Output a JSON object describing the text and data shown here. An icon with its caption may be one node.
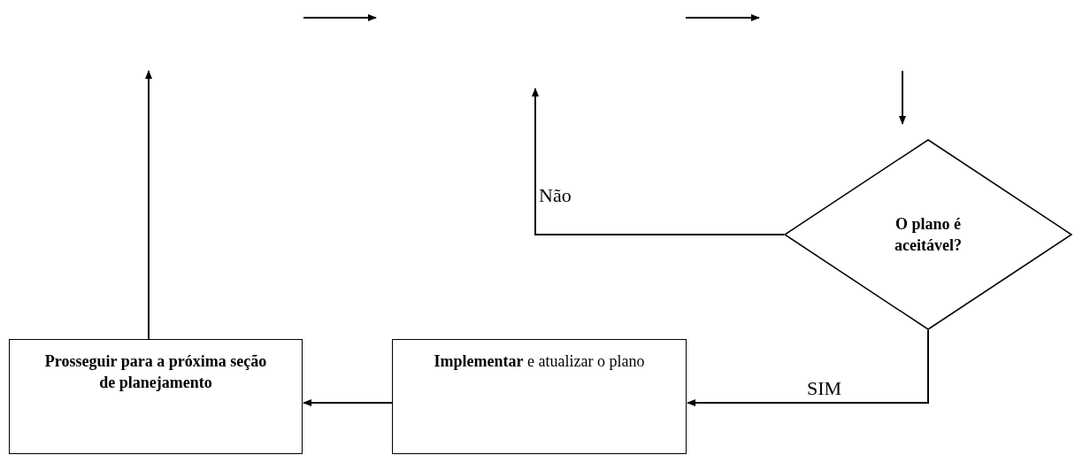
{
  "diagram": {
    "nodes": [
      {
        "text": [
          "Prosseguir para a próxima seção de planejamento"
        ]
      },
      {
        "text": [
          "**Implementar** e atualizar o plano"
        ]
      },
      {
        "text": [
          "O plano é aceitável?"
        ]
      }
    ],
    "edges": [
      {
        "from": 2,
        "to": 1,
        "arrow": "to",
        "label": "SIM"
      },
      {
        "from": 1,
        "to": 0,
        "arrow": "to"
      },
      {
        "from": 0,
        "to": null,
        "arrow": "to"
      },
      {
        "from": 2,
        "to": null,
        "arrow": "to",
        "label": "Não"
      },
      {
        "from": null,
        "to": 2,
        "arrow": "to"
      }
    ]
  }
}
